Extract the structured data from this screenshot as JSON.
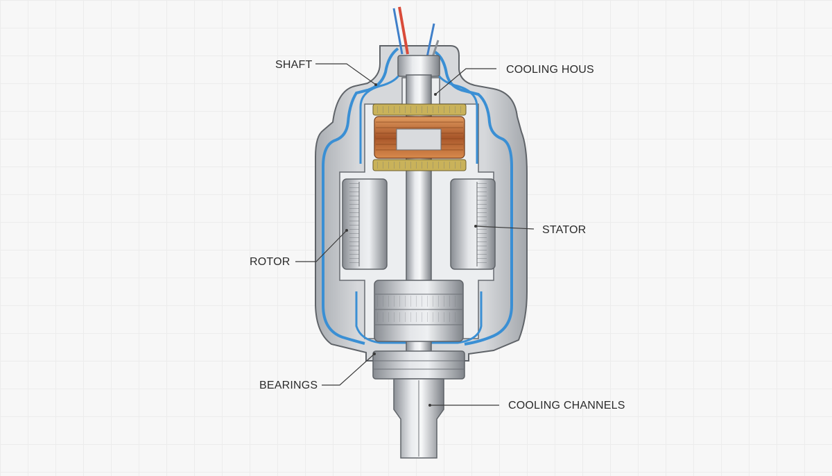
{
  "labels": {
    "shaft": "SHAFT",
    "cooling_housing": "COOLING HOUS",
    "stator": "STATOR",
    "rotor": "ROTOR",
    "bearings": "BEARINGS",
    "cooling_channels": "COOLING CHANNELS"
  },
  "colors": {
    "housing": "#c9ccd0",
    "housing_outline": "#5f6368",
    "coolant": "#3a8fd4",
    "copper": "#b0642f",
    "brass": "#c9b25a",
    "steel": "#b8bcc2",
    "wire_red": "#d94b3a",
    "wire_blue": "#3f7fc9"
  }
}
